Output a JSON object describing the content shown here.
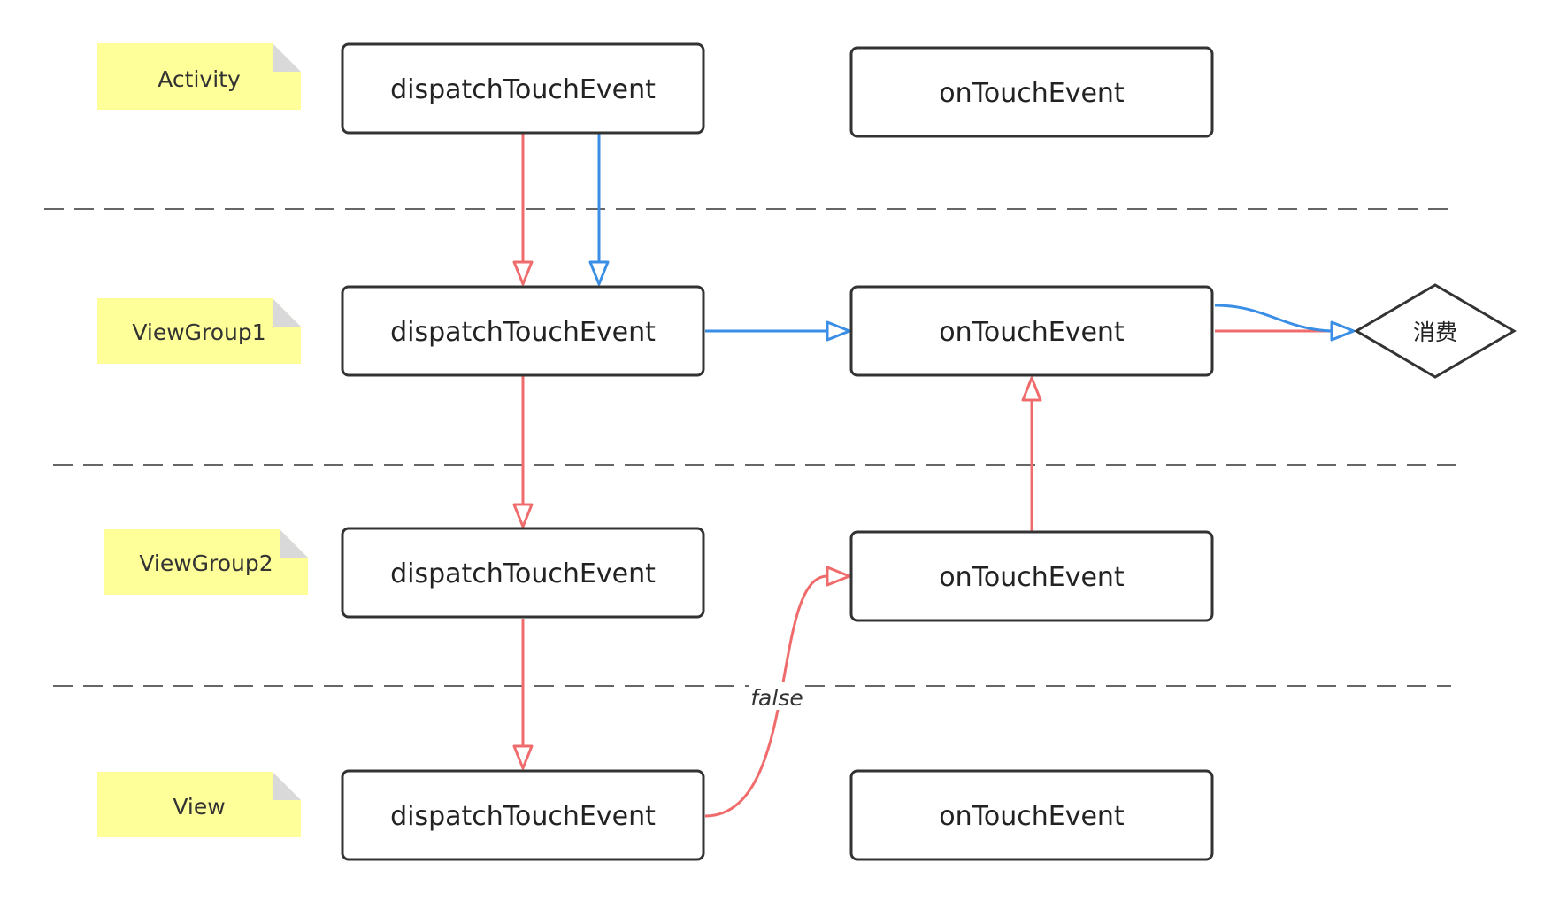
{
  "notes": {
    "activity": "Activity",
    "viewgroup1": "ViewGroup1",
    "viewgroup2": "ViewGroup2",
    "view": "View"
  },
  "boxes": {
    "activity_dispatch": "dispatchTouchEvent",
    "activity_ontouch": "onTouchEvent",
    "vg1_dispatch": "dispatchTouchEvent",
    "vg1_ontouch": "onTouchEvent",
    "vg2_dispatch": "dispatchTouchEvent",
    "vg2_ontouch": "onTouchEvent",
    "view_dispatch": "dispatchTouchEvent",
    "view_ontouch": "onTouchEvent"
  },
  "decision": {
    "consume": "消费"
  },
  "edge_labels": {
    "false": "false"
  },
  "colors": {
    "red_flow": "#f06c6c",
    "blue_flow": "#3a8ee6",
    "note_fill": "#ffff99",
    "note_fold": "#d9d9d9",
    "box_stroke": "#333333",
    "divider": "#666666"
  }
}
